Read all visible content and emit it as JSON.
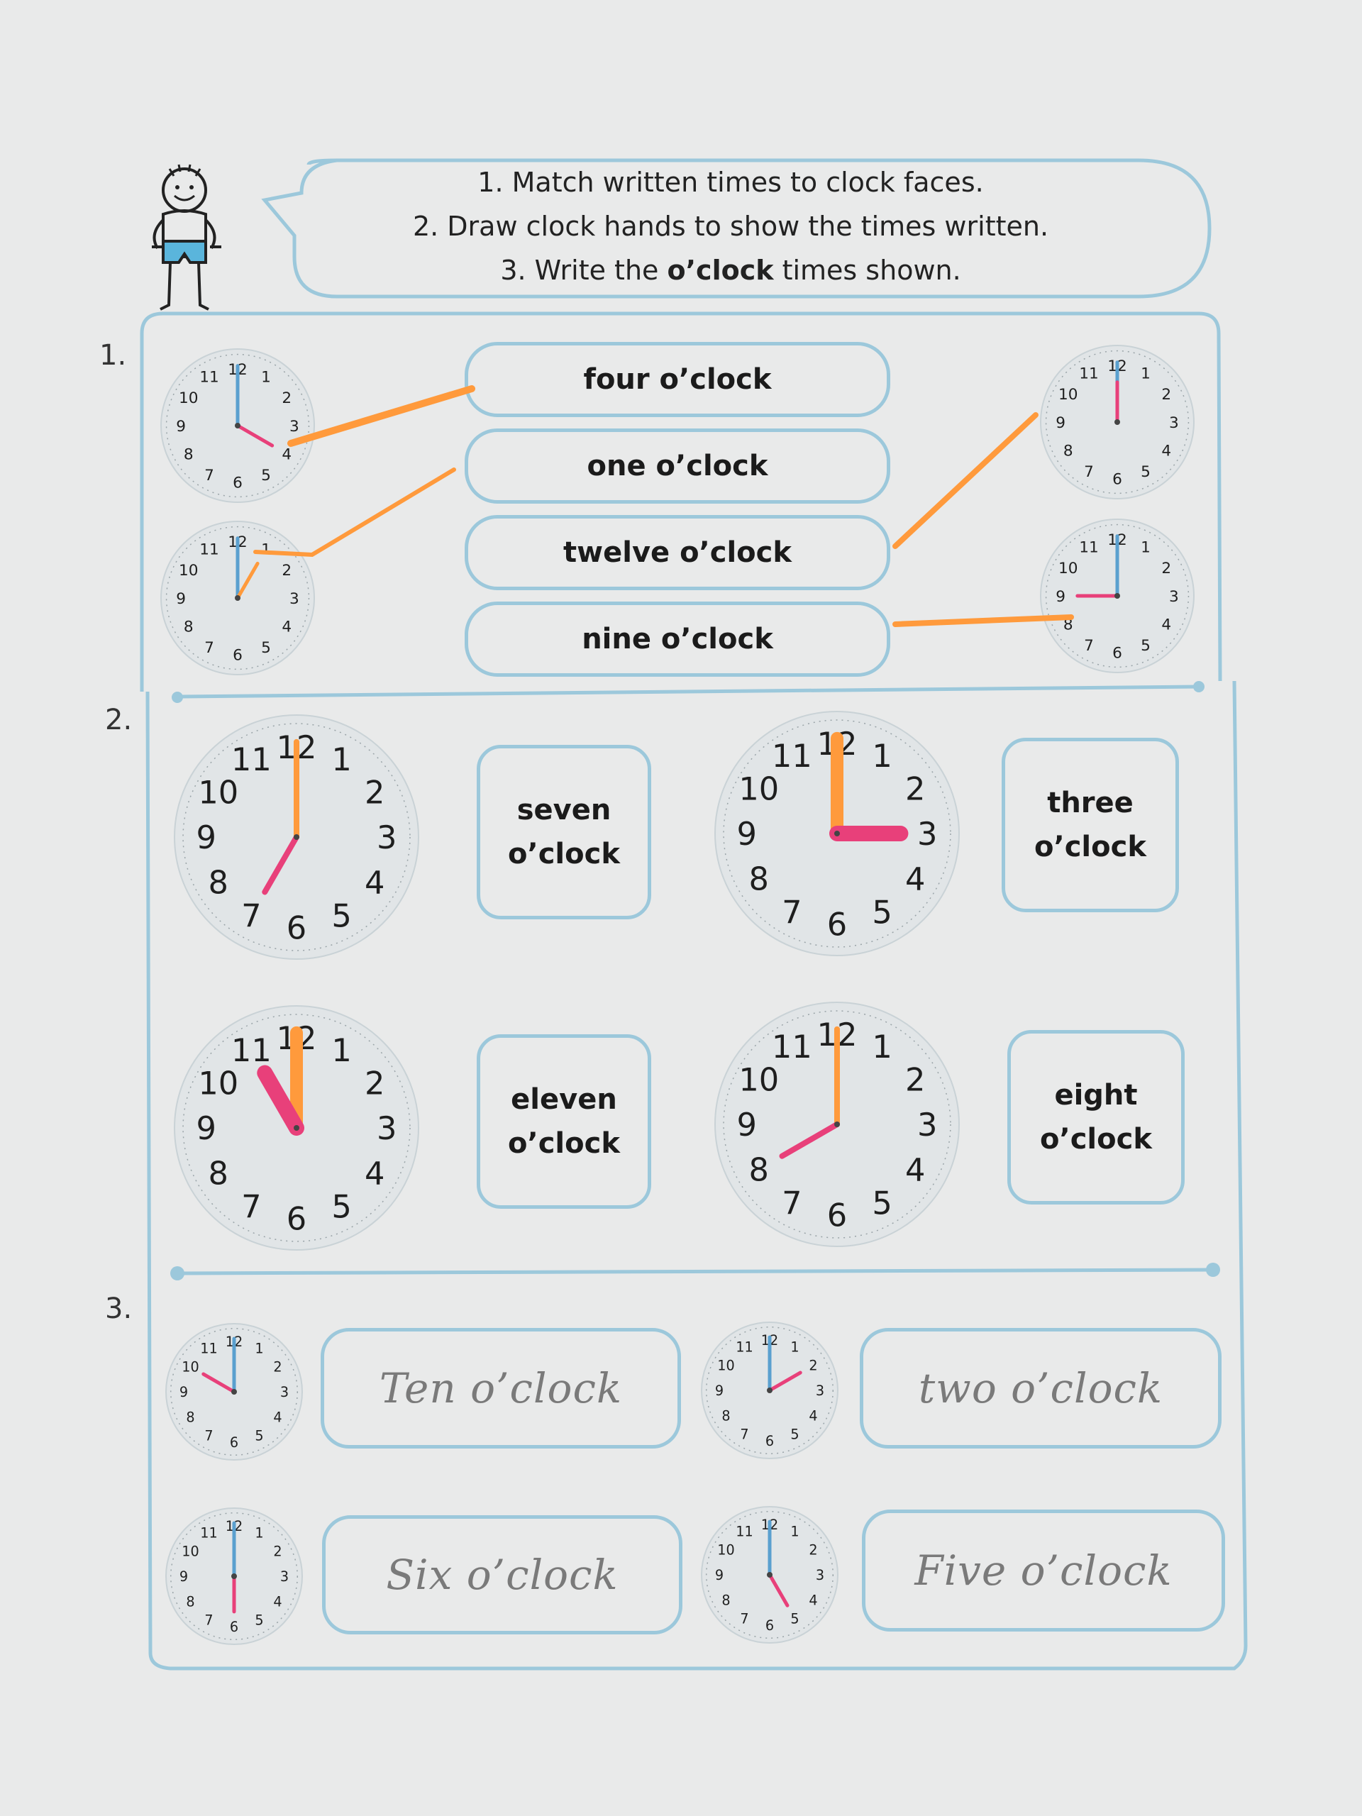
{
  "instructions": {
    "line1": "1. Match written times to clock faces.",
    "line2": "2. Draw clock hands to show the times written.",
    "line3_pre": "3. Write the ",
    "line3_bold": "o’clock",
    "line3_post": " times shown."
  },
  "sections": {
    "s1": "1.",
    "s2": "2.",
    "s3": "3."
  },
  "section1": {
    "labels": [
      "four o’clock",
      "one o’clock",
      "twelve o’clock",
      "nine o’clock"
    ]
  },
  "section2": {
    "boxes": [
      {
        "line1": "seven",
        "line2": "o’clock"
      },
      {
        "line1": "three",
        "line2": "o’clock"
      },
      {
        "line1": "eleven",
        "line2": "o’clock"
      },
      {
        "line1": "eight",
        "line2": "o’clock"
      }
    ]
  },
  "section3": {
    "answers": [
      "Ten o’clock",
      "two o’clock",
      "Six o’clock",
      "Five o’clock"
    ]
  },
  "clock_numbers": [
    "12",
    "1",
    "2",
    "3",
    "4",
    "5",
    "6",
    "7",
    "8",
    "9",
    "10",
    "11"
  ],
  "colors": {
    "border": "#9cc8db",
    "blue_hand": "#5aa0cf",
    "pink_hand": "#e8407a",
    "orange_line": "#ff9a3c",
    "face": "#e1e5e7"
  }
}
